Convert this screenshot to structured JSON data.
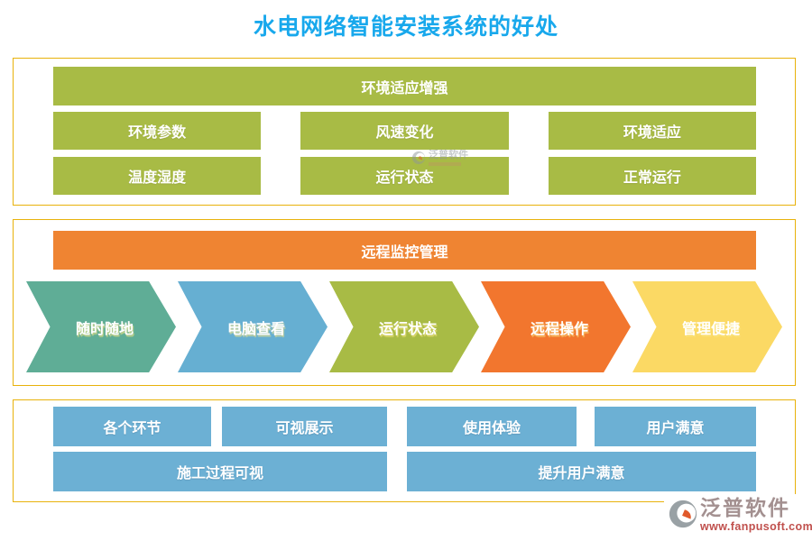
{
  "title": "水电网络智能安装系统的好处",
  "colors": {
    "title": "#18a8ec",
    "panel_border": "#e8b20b",
    "green": "#a8bb45",
    "orange_header": "#ef8432",
    "blue_box": "#6cb0d4",
    "logo_text": "#a39090",
    "logo_url": "#c0504d"
  },
  "sections": {
    "environment": {
      "header": "环境适应增强",
      "row1": [
        "环境参数",
        "风速变化",
        "环境适应"
      ],
      "row2": [
        "温度湿度",
        "运行状态",
        "正常运行"
      ]
    },
    "remote": {
      "header": "远程监控管理",
      "arrows": [
        {
          "label": "随时随地",
          "color": "#5fad96"
        },
        {
          "label": "电脑查看",
          "color": "#66afd2"
        },
        {
          "label": "运行状态",
          "color": "#a8bb45"
        },
        {
          "label": "远程操作",
          "color": "#f2762e"
        },
        {
          "label": "管理便捷",
          "color": "#fbd964"
        }
      ]
    },
    "visual": {
      "left_row1": [
        "各个环节",
        "可视展示"
      ],
      "left_row2": "施工过程可视",
      "right_row1": [
        "使用体验",
        "用户满意"
      ],
      "right_row2": "提升用户满意"
    }
  },
  "watermark": {
    "text": "泛普软件"
  },
  "logo": {
    "name": "泛普软件",
    "url": "www.fanpusoft.com"
  }
}
